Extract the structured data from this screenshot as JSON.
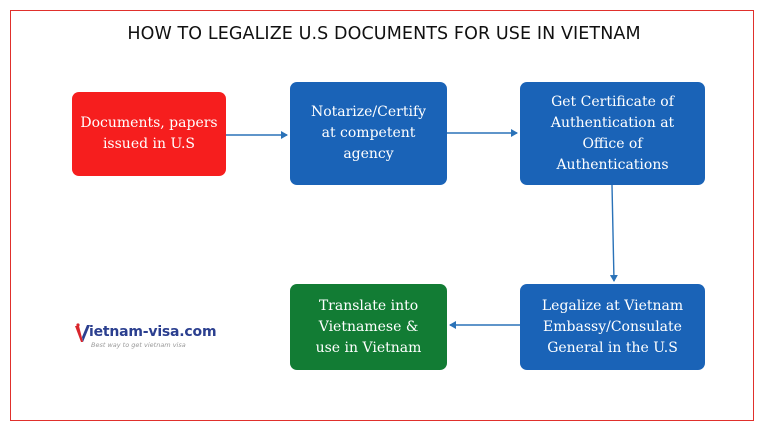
{
  "title": "HOW TO LEGALIZE U.S DOCUMENTS FOR USE IN VIETNAM",
  "steps": [
    {
      "text": "Documents, papers\nissued in U.S",
      "color": "#f61e1e"
    },
    {
      "text": "Notarize/Certify\nat competent\nagency",
      "color": "#1a63b7"
    },
    {
      "text": "Get Certificate of\nAuthentication at\nOffice of\nAuthentications",
      "color": "#1a63b7"
    },
    {
      "text": "Legalize at Vietnam\nEmbassy/Consulate\nGeneral in the U.S",
      "color": "#1a63b7"
    },
    {
      "text": "Translate into\nVietnamese &\nuse in Vietnam",
      "color": "#127c34"
    }
  ],
  "arrow_color": "#2a72b8",
  "frame_color": "#e0302c",
  "logo": {
    "name": "ietnam-visa.com",
    "tagline": "Best way to get vietnam visa",
    "colors": {
      "text": "#2b3f8f",
      "mark": "#d9262c"
    }
  }
}
